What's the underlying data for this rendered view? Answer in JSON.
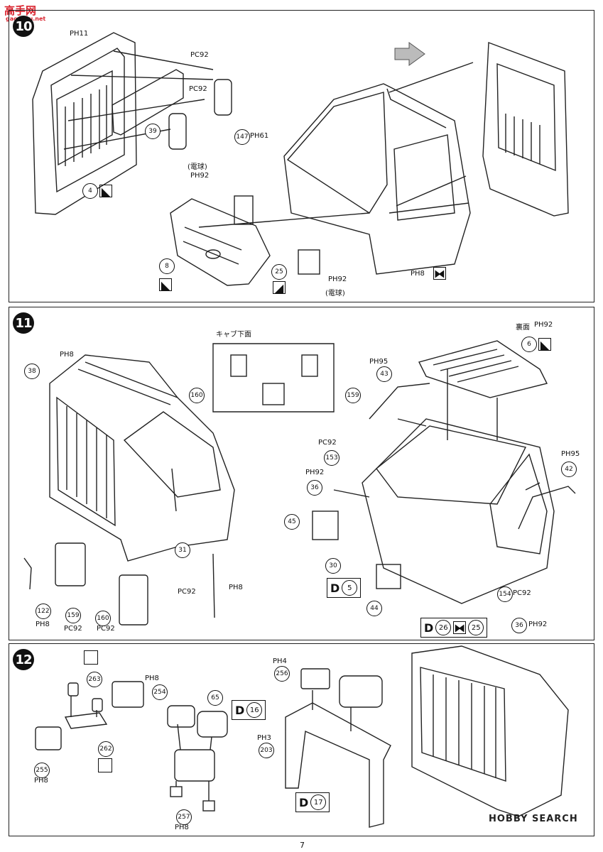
{
  "watermark_top": {
    "title": "高手网",
    "sub": "gaoshou.net"
  },
  "watermark_bottom": "HOBBY SEARCH",
  "page_number": "7",
  "colors": {
    "ink": "#111111",
    "watermark_red": "#d9232e"
  },
  "steps": {
    "s10": {
      "badge": "10",
      "labels": {
        "ph11": "PH11",
        "pc92a": "PC92",
        "pc92b": "PC92",
        "p147": "147",
        "ph61": "PH61",
        "p39": "39",
        "p4": "4",
        "bulb1": "(電球)",
        "ph92a": "PH92",
        "p8": "8",
        "p25": "25",
        "ph92b": "PH92",
        "bulb2": "(電球)",
        "ph8": "PH8"
      }
    },
    "s11": {
      "badge": "11",
      "labels": {
        "underside": "キャブ下面",
        "ura": "裏面",
        "ph92a": "PH92",
        "p6": "6",
        "ph8a": "PH8",
        "p38": "38",
        "p160a": "160",
        "p159a": "159",
        "ph95a": "PH95",
        "p43": "43",
        "pc92a": "PC92",
        "p153": "153",
        "ph92b": "PH92",
        "p36a": "36",
        "ph95b": "PH95",
        "p42": "42",
        "p45": "45",
        "p31": "31",
        "p30": "30",
        "d": "D",
        "d5": "5",
        "pc92b": "PC92",
        "ph8b": "PH8",
        "p154": "154",
        "pc92c": "PC92",
        "p44": "44",
        "d26": "26",
        "k25": "25",
        "p36b": "36",
        "ph92c": "PH92",
        "p122": "122",
        "ph8c": "PH8",
        "p159b": "159",
        "pc92d": "PC92",
        "p160b": "160",
        "pc92e": "PC92"
      }
    },
    "s12": {
      "badge": "12",
      "labels": {
        "p263": "263",
        "ph8a": "PH8",
        "p254": "254",
        "p262": "262",
        "p255": "255",
        "ph8b": "PH8",
        "p65": "65",
        "d16": "16",
        "d": "D",
        "p257": "257",
        "ph8c": "PH8",
        "ph4": "PH4",
        "p256": "256",
        "ph3": "PH3",
        "p203": "203",
        "d17": "17"
      }
    }
  }
}
